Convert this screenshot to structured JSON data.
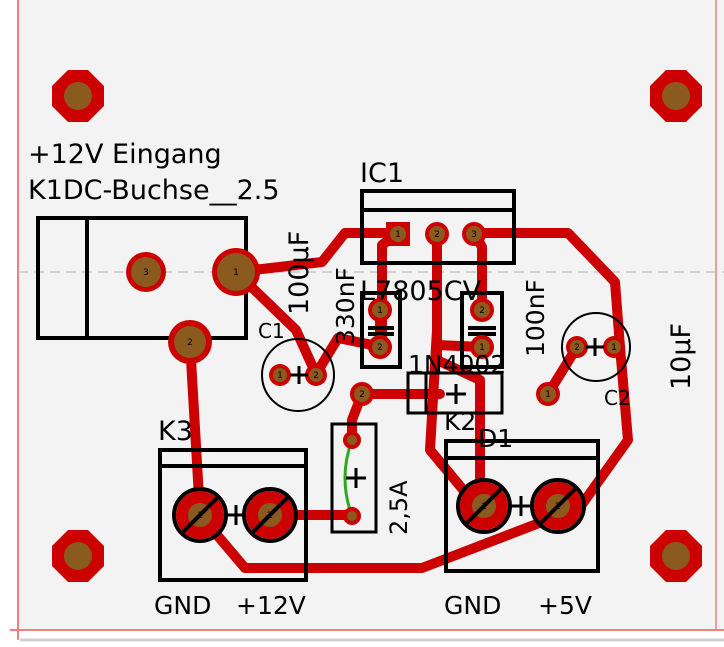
{
  "colors": {
    "background": "#f3f3f3",
    "board_edge": "#f08080",
    "copper": "#cc0000",
    "pad": "#8b5a1e",
    "silkscreen": "#000000",
    "jumper": "#2ea81f",
    "guide_line": "#b0b0b0"
  },
  "labels": {
    "input_title": "+12V Eingang",
    "jack_name": "K1DC-Buchse__2.5",
    "ic_name": "IC1",
    "ic_value": "L7805CV",
    "cap_c1_name": "C1",
    "cap_c1_value": "100µF",
    "cap_330_value": "330nF",
    "cap_100n_value": "100nF",
    "cap_c2_name": "C2",
    "cap_c2_value": "10µF",
    "diode_value": "1N4002",
    "diode_name": "D1",
    "fuse_name": "K2",
    "fuse_value": "2,5A",
    "k3_name": "K3",
    "k3_gnd": "GND",
    "k3_plus": "+12V",
    "out_gnd": "GND",
    "out_plus": "+5V"
  },
  "pads": {
    "n1": "1",
    "n2": "2",
    "n3": "3"
  },
  "icons": {
    "mount_hole": "octagon-pad-icon",
    "screw": "screw-terminal-icon"
  }
}
